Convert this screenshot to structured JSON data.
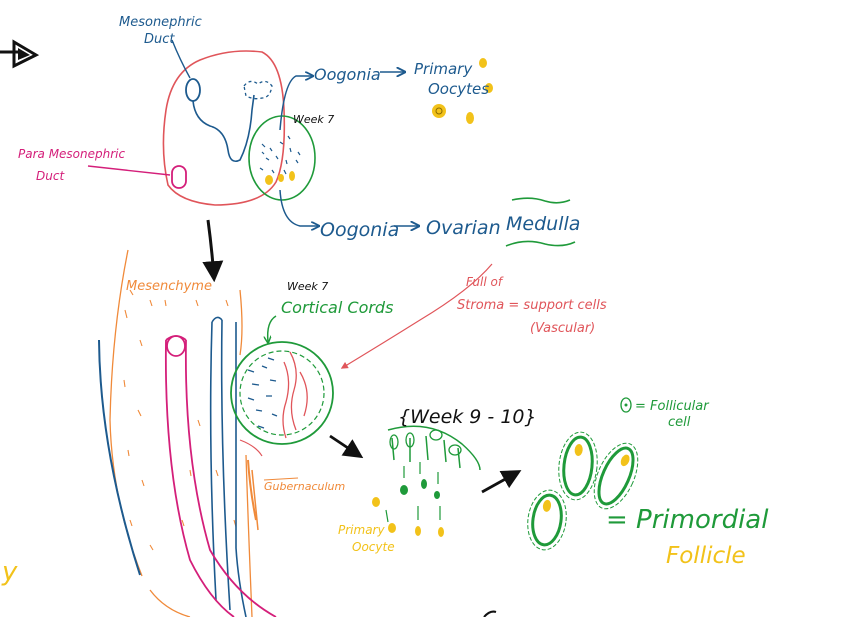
{
  "colors": {
    "blue": "#1d5a8e",
    "dark_blue": "#123f6b",
    "pink": "#d41f7a",
    "red": "#e0555a",
    "salmon": "#e05a55",
    "green": "#1f9a3a",
    "yellow": "#f2c21a",
    "orange": "#f08a3a",
    "black": "#111111"
  },
  "labels": {
    "mesonephric_duct_1": "Mesonephric",
    "mesonephric_duct_2": "Duct",
    "paramesonephric_1": "Para Mesonephric",
    "paramesonephric_2": "Duct",
    "week7_top": "Week 7",
    "oogonia_1": "Oogonia",
    "primary_1": "Primary",
    "oocytes_1": "Oocytes",
    "oogonia_2": "Oogonia",
    "ovarian": "Ovarian",
    "medulla": "Medulla",
    "full_of": "Full of",
    "stroma": "Stroma = support cells",
    "vascular": "(Vascular)",
    "mesenchyme": "Mesenchyme",
    "week7_mid": "Week 7",
    "cortical_cords": "Cortical Cords",
    "week9_10": "{Week 9 - 10}",
    "gubernaculum": "Gubernaculum",
    "primary_oocyte_1": "Primary",
    "primary_oocyte_2": "Oocyte",
    "follicular_cell_1": "= Follicular",
    "follicular_cell_2": "cell",
    "primordial": "= Primordial",
    "follicle": "Follicle",
    "left_fragment": "y"
  }
}
